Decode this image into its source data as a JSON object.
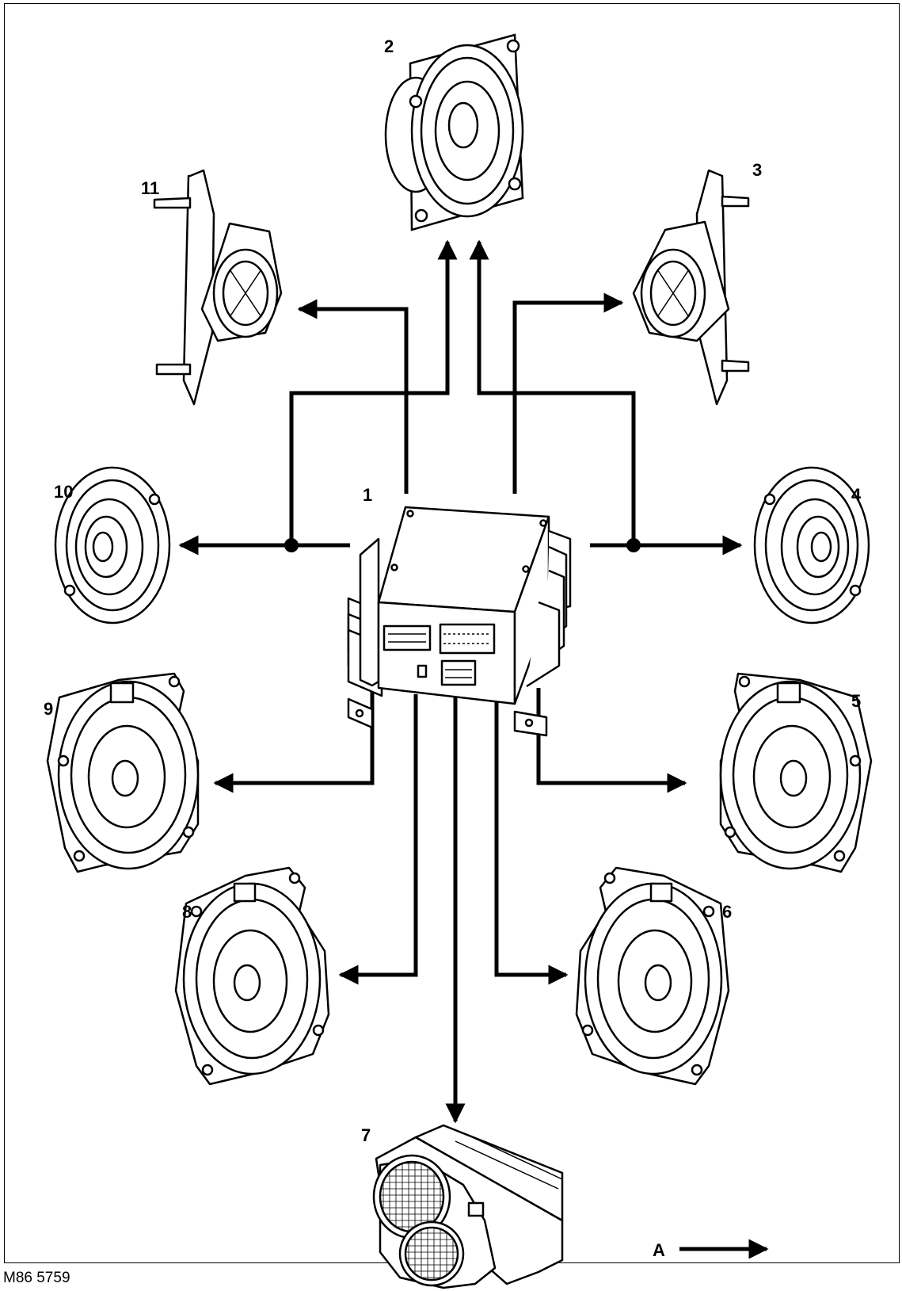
{
  "figure_ref": "M86 5759",
  "callouts": {
    "c1": "1",
    "c2": "2",
    "c3": "3",
    "c4": "4",
    "c5": "5",
    "c6": "6",
    "c7": "7",
    "c8": "8",
    "c9": "9",
    "c10": "10",
    "c11": "11"
  },
  "view_label": "A",
  "colors": {
    "line": "#000000",
    "background": "#ffffff",
    "shade": "#e6e6e6"
  }
}
